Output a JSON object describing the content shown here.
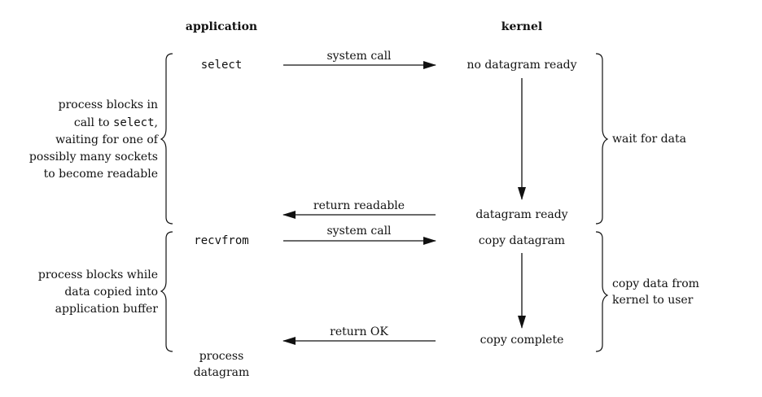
{
  "headers": {
    "application": "application",
    "kernel": "kernel"
  },
  "application_calls": {
    "select": "select",
    "recvfrom": "recvfrom",
    "process_line1": "process",
    "process_line2": "datagram"
  },
  "arrows": {
    "system_call_1": "system call",
    "return_readable": "return readable",
    "system_call_2": "system call",
    "return_ok": "return OK"
  },
  "kernel_states": {
    "no_datagram_ready": "no datagram ready",
    "datagram_ready": "datagram ready",
    "copy_datagram": "copy datagram",
    "copy_complete": "copy complete"
  },
  "left_notes": {
    "select_phase": {
      "line1": "process blocks in",
      "line2_pre": "call to ",
      "line2_code": "select",
      "line2_post": ",",
      "line3": "waiting for one of",
      "line4": "possibly many sockets",
      "line5": "to become readable"
    },
    "recv_phase": {
      "line1": "process blocks while",
      "line2": "data copied into",
      "line3": "application buffer"
    }
  },
  "right_notes": {
    "wait": "wait for data",
    "copy_line1": "copy data from",
    "copy_line2": "kernel to user"
  }
}
